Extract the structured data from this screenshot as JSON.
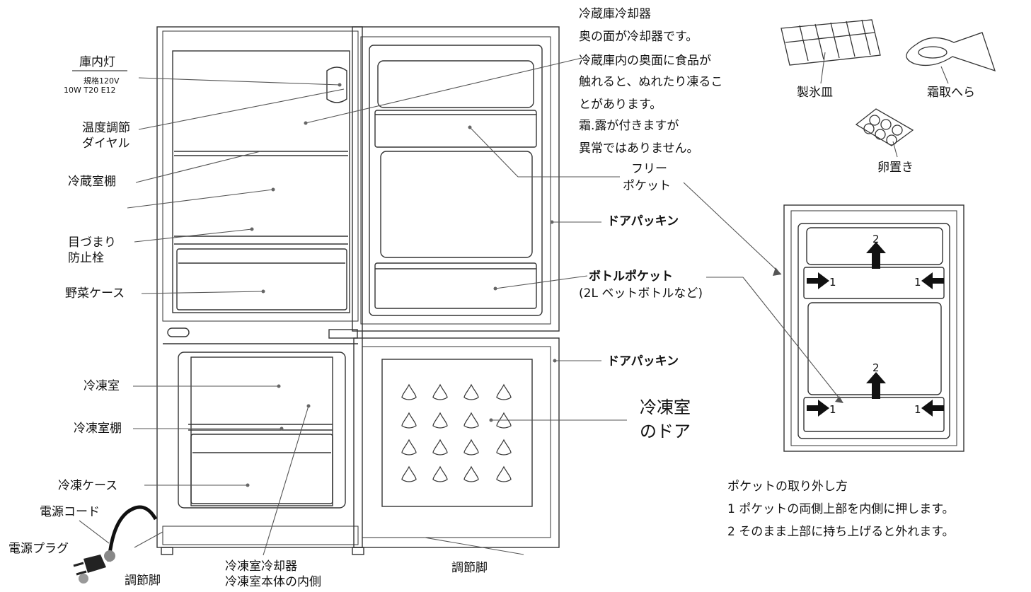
{
  "left_labels": {
    "light": {
      "title": "庫内灯",
      "spec1": "規格120V",
      "spec2": "10W T20 E12"
    },
    "dial": [
      "温度調節",
      "ダイヤル"
    ],
    "fridge_shelf": "冷蔵室棚",
    "clog_stopper": [
      "目づまり",
      "防止栓"
    ],
    "veg_case": "野菜ケース",
    "freezer": "冷凍室",
    "freezer_shelf": "冷凍室棚",
    "freezer_case": "冷凍ケース",
    "power_cord": "電源コード",
    "power_plug": "電源プラグ",
    "leg_left": "調節脚"
  },
  "bottom_labels": {
    "freezer_cooler": [
      "冷凍室冷却器",
      "冷凍室本体の内側"
    ],
    "leg_right": "調節脚"
  },
  "top_note": [
    "冷蔵庫冷却器",
    "奥の面が冷却器です。",
    "冷蔵庫内の奥面に食品が",
    "触れると、ぬれたり凍るこ",
    "とがあります。",
    "霜.露が付きますが",
    "異常ではありません。"
  ],
  "right_labels": {
    "free_pocket": [
      "フリー",
      "ポケット"
    ],
    "door_gasket_top": "ドアパッキン",
    "bottle_pocket": "ボトルポケット",
    "bottle_pocket_note": "(2L ベットボトルなど)",
    "door_gasket_bottom": "ドアパッキン",
    "freezer_door": [
      "冷凍室",
      "のドア"
    ]
  },
  "accessories": {
    "ice_tray": "製氷皿",
    "scraper": "霜取へら",
    "egg_holder": "卵置き"
  },
  "door_diagram": {
    "step_up": "2",
    "step_in": "1"
  },
  "instructions": {
    "title": "ポケットの取り外し方",
    "step1": "1 ポケットの両側上部を内側に押します。",
    "step2": "2 そのまま上部に持ち上げると外れます。"
  }
}
